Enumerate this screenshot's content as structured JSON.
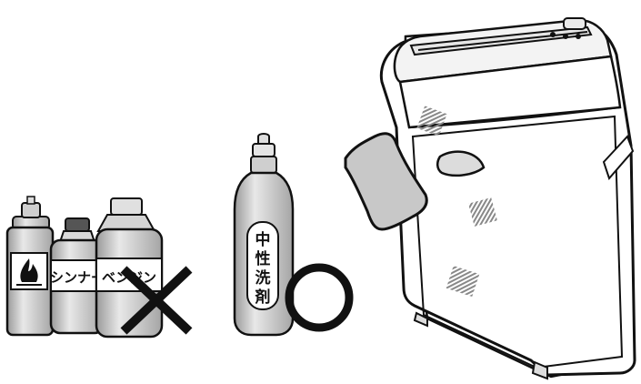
{
  "prohibited": {
    "labels": {
      "thinner": "シンナー",
      "benzine": "ベンジン"
    },
    "mark": "✕",
    "icon": "flammable-icon"
  },
  "allowed": {
    "detergent_label": [
      "中",
      "性",
      "洗",
      "剤"
    ],
    "mark": "○"
  },
  "colors": {
    "line": "#111111",
    "can_gray": "#bcbcbc",
    "bottle_gray": "#d2d2d2",
    "hatch_gray": "#888888",
    "background": "#ffffff"
  }
}
